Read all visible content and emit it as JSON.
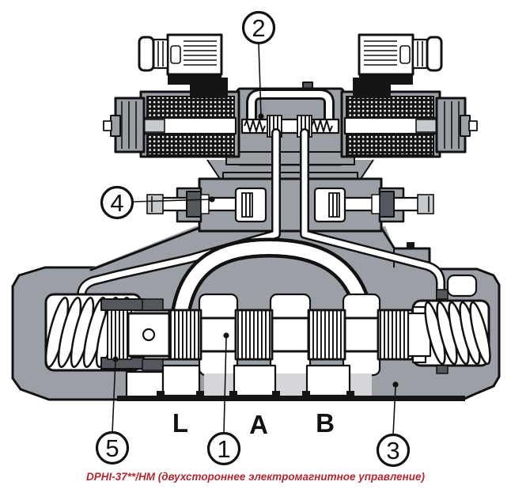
{
  "diagram": {
    "caption": "DPHI-37**/HM (двухстороннее электромагнитное управление)",
    "callouts": {
      "c1": "1",
      "c2": "2",
      "c3": "3",
      "c4": "4",
      "c5": "5"
    },
    "ports": {
      "l": "L",
      "a": "A",
      "b": "B"
    },
    "colors": {
      "body_gray": "#9ba0a7",
      "chamber_white": "#ffffff",
      "pale_gray": "#d4d6d9",
      "retainer_dark": "#54585e",
      "outline_black": "#111111",
      "caption_red": "#b22730",
      "background": "#ffffff"
    }
  }
}
